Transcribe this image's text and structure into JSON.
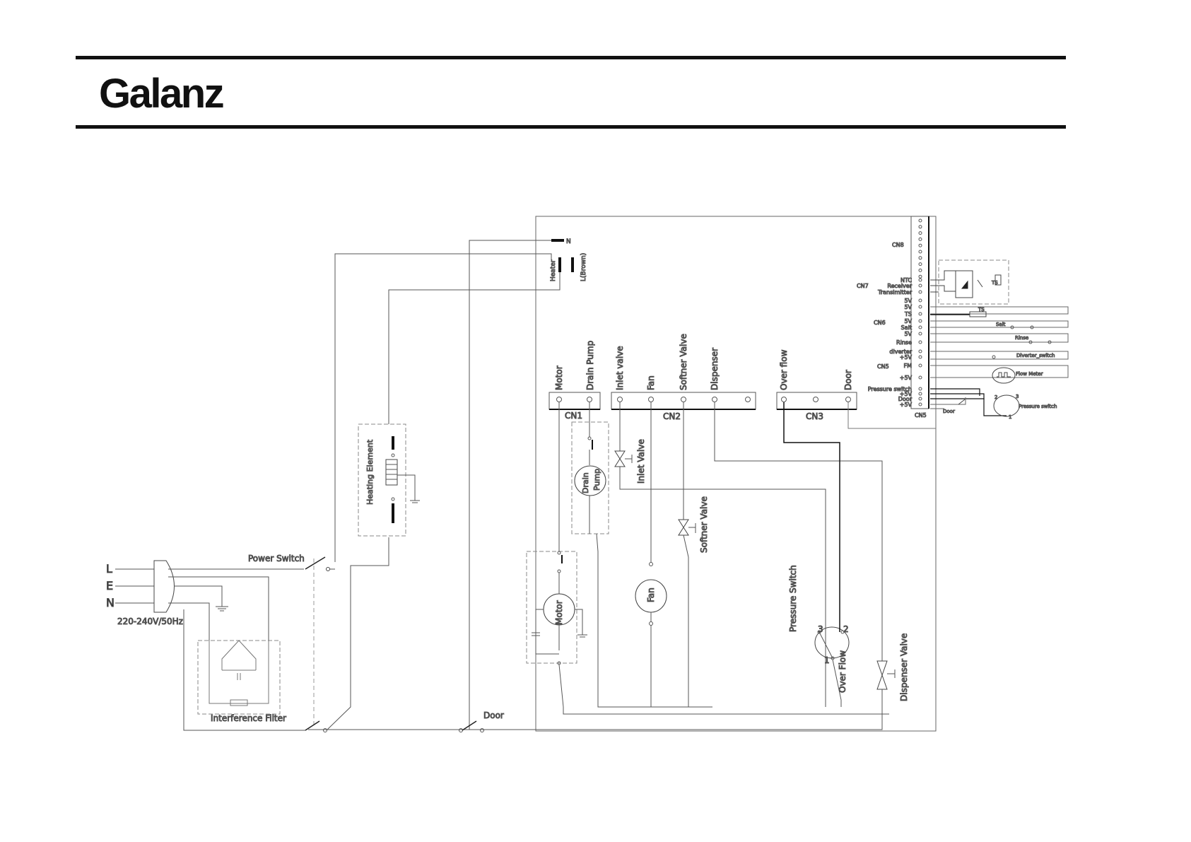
{
  "header": {
    "brand": "Galanz"
  },
  "mains": {
    "L": "L",
    "E": "E",
    "N": "N",
    "voltage": "220-240V/50Hz"
  },
  "labels": {
    "power_switch": "Power Switch",
    "interference_filter": "Interference Filter",
    "heating_element": "Heating Element",
    "door": "Door",
    "n": "N",
    "heater": "Heater",
    "l_brown": "L(Brown)"
  },
  "connectors": {
    "cn1": "CN1",
    "cn2": "CN2",
    "cn3": "CN3",
    "cn5": "CN5",
    "cn5b": "CN5",
    "cn6": "CN6",
    "cn7": "CN7",
    "cn8": "CN8"
  },
  "pins": {
    "motor": "Motor",
    "drain_pump": "Drain Pump",
    "inlet_valve": "Inlet valve",
    "fan": "Fan",
    "softner_valve": "Softner Valve",
    "dispenser": "Dispenser",
    "over_flow": "Over flow",
    "door": "Door"
  },
  "components": {
    "drain": "Drain",
    "pump": "Pump",
    "inlet_valve": "Inlet Valve",
    "softner_valve": "Softner Valve",
    "motor": "Motor",
    "fan": "Fan",
    "pressure_switch": "Pressure Switch",
    "over_flow": "Over Flow",
    "dispenser_valve": "Dispenser Valve",
    "ps_pin3": "3",
    "ps_pin2": "2",
    "ps_pin1": "1"
  },
  "right_terminals": [
    "NTC",
    "Receiver",
    "Transimitter",
    "5V",
    "5V",
    "TS",
    "5V",
    "Salt",
    "5V",
    "Rinse",
    "diverter",
    "+5V",
    "FM",
    "+5V",
    "Pressure switch",
    "+5V",
    "Door",
    "+5V"
  ],
  "right_devices": {
    "ts_box": "TS",
    "ts": "TS",
    "salt": "Salt",
    "rinse": "Rinse",
    "diverter_switch": "Diverter_switch",
    "flow_meter": "Flow Meter",
    "pressure_switch": "Pressure switch",
    "door": "Door",
    "ps2": "2",
    "ps3": "3",
    "ps1": "1"
  }
}
